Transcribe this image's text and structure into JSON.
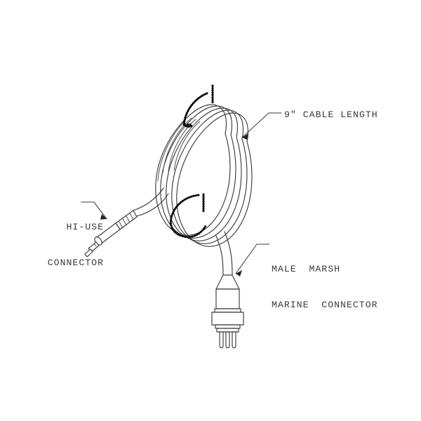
{
  "drawing": {
    "title": "Coiled cable assembly outline drawing",
    "background_color": "#ffffff",
    "line_color": "#3c3c3c",
    "text_color": "#3a3a3a",
    "tie_color": "#101010",
    "callouts": {
      "cable_length": "9\" CABLE LENGTH",
      "hi_use_line1": "HI-USE",
      "hi_use_line2": "CONNECTOR",
      "marsh_line1": "MALE  MARSH",
      "marsh_line2": "MARINE  CONNECTOR"
    },
    "parts": {
      "coil_name": "cable-coil",
      "tie_upper_name": "cable-tie-upper",
      "tie_lower_name": "cable-tie-lower",
      "hi_use_connector_name": "hi-use-connector",
      "marsh_connector_name": "male-marsh-marine-connector",
      "pin_count": 3
    }
  }
}
